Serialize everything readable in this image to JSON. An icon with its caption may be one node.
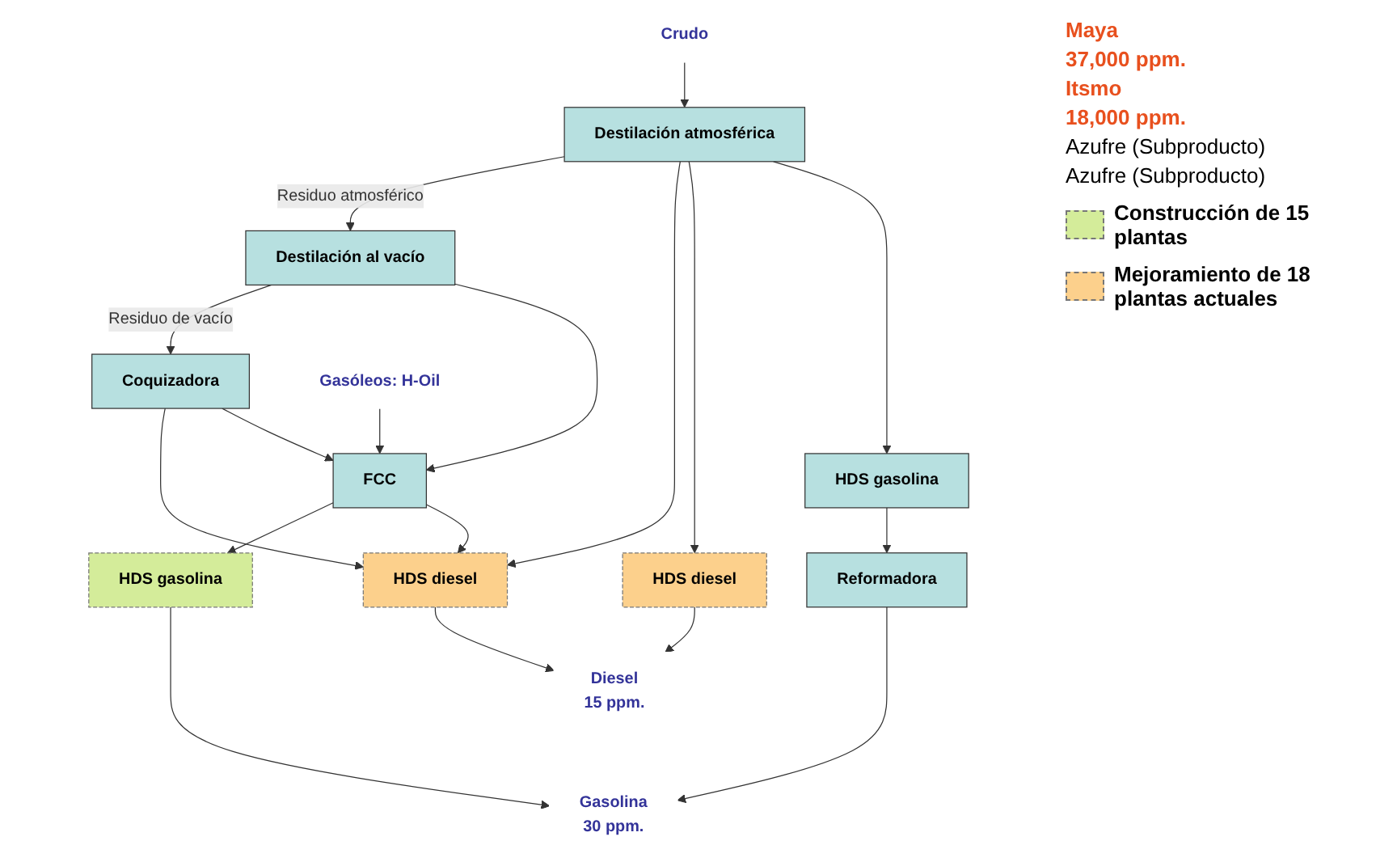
{
  "diagram": {
    "nodes": [
      {
        "text": [
          "Crudo"
        ]
      },
      {
        "text": [
          "Destilación atmosférica"
        ]
      },
      {
        "text": [
          "HDS gasolina"
        ]
      },
      {
        "text": [
          "Reformadora"
        ]
      },
      {
        "text": [
          "Gasolina",
          "30 ppm."
        ]
      },
      {
        "text": [
          "HDS diesel"
        ]
      },
      {
        "text": [
          "HDS diesel"
        ]
      },
      {
        "text": [
          "Diesel",
          "15 ppm."
        ]
      },
      {
        "text": [
          "Destilación al vacío"
        ]
      },
      {
        "text": [
          "FCC"
        ]
      },
      {
        "text": [
          "HDS gasolina"
        ]
      },
      {
        "text": [
          "Coquizadora"
        ]
      },
      {
        "text": [
          "Gasóleos: H-Oil"
        ]
      }
    ],
    "edges": [
      {
        "from": 0,
        "to": 1,
        "arrow": "to"
      },
      {
        "from": 1,
        "to": 2,
        "arrow": "to"
      },
      {
        "from": 2,
        "to": 3,
        "arrow": "to"
      },
      {
        "from": 3,
        "to": 4,
        "arrow": "to"
      },
      {
        "from": 1,
        "to": 5,
        "arrow": "to"
      },
      {
        "from": 1,
        "to": 6,
        "arrow": "to"
      },
      {
        "from": 5,
        "to": 7,
        "arrow": "to"
      },
      {
        "from": 6,
        "to": 7,
        "arrow": "to"
      },
      {
        "from": 10,
        "to": 4,
        "arrow": "to"
      },
      {
        "from": 1,
        "to": 8,
        "arrow": "to",
        "label": "Residuo atmosférico"
      },
      {
        "from": 8,
        "to": 9,
        "arrow": "to"
      },
      {
        "from": 12,
        "to": 9,
        "arrow": "to"
      },
      {
        "from": 11,
        "to": 9,
        "arrow": "to"
      },
      {
        "from": 11,
        "to": 6,
        "arrow": "to"
      },
      {
        "from": 9,
        "to": 6,
        "arrow": "to"
      },
      {
        "from": 9,
        "to": 10,
        "arrow": "to"
      },
      {
        "from": 8,
        "to": 11,
        "arrow": "to",
        "label": "Residuo de vacío"
      }
    ],
    "labels": [
      "Maya",
      "37,000 ppm.",
      "Itsmo",
      "18,000 ppm.",
      "Azufre (Subproducto)",
      "Azufre (Subproducto)"
    ],
    "legend": [
      {
        "text": "Construcción de 15 plantas",
        "color": "#d4ec9a"
      },
      {
        "text": "Mejoramiento de 18 plantas actuales",
        "color": "#fcd08c"
      }
    ]
  }
}
